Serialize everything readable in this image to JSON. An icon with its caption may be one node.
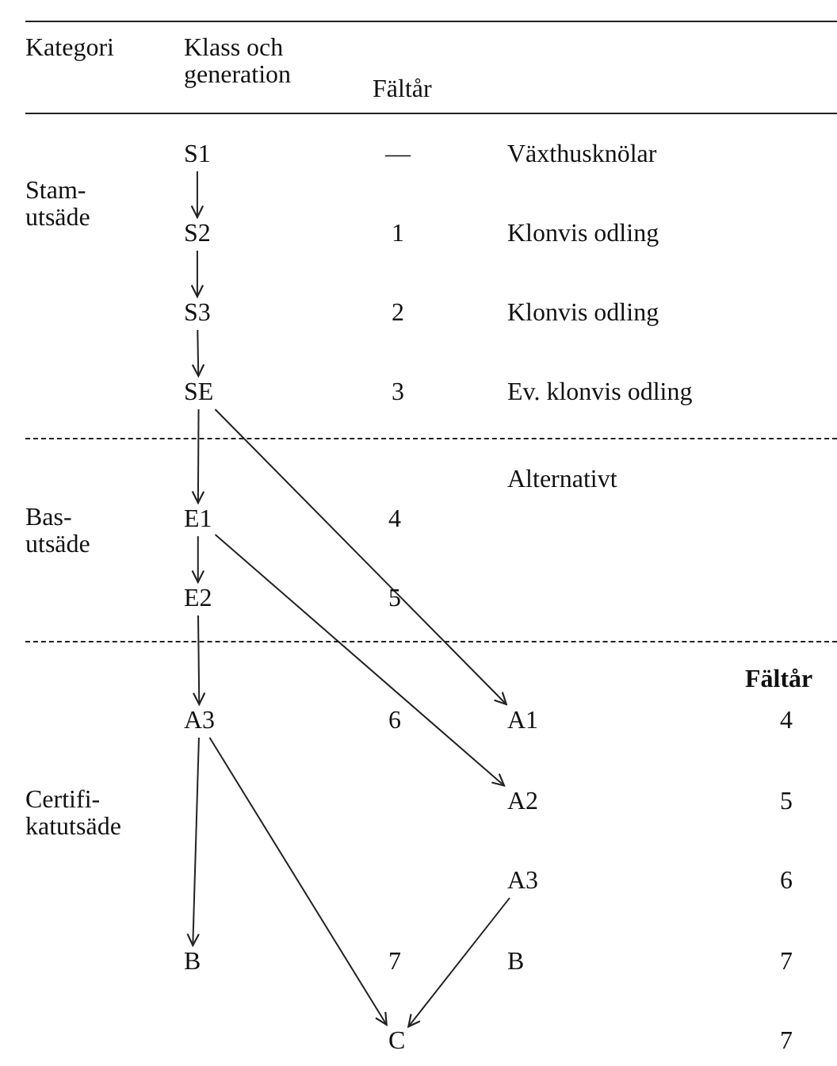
{
  "diagram": {
    "nodes": [
      {
        "text": [
          "S1"
        ]
      },
      {
        "text": [
          "S2"
        ]
      },
      {
        "text": [
          "S3"
        ]
      },
      {
        "text": [
          "SE"
        ]
      },
      {
        "text": [
          "E1"
        ]
      },
      {
        "text": [
          "E2"
        ]
      },
      {
        "text": [
          "A3"
        ]
      },
      {
        "text": [
          "B"
        ]
      },
      {
        "text": [
          "A1"
        ]
      },
      {
        "text": [
          "A2"
        ]
      },
      {
        "text": [
          "A3"
        ]
      },
      {
        "text": [
          "C"
        ]
      }
    ],
    "edges": [
      {
        "from": 0,
        "to": 1,
        "arrow": "to"
      },
      {
        "from": 1,
        "to": 2,
        "arrow": "to"
      },
      {
        "from": 2,
        "to": 3,
        "arrow": "to"
      },
      {
        "from": 3,
        "to": 4,
        "arrow": "to"
      },
      {
        "from": 4,
        "to": 5,
        "arrow": "to"
      },
      {
        "from": 5,
        "to": 6,
        "arrow": "to"
      },
      {
        "from": 3,
        "to": 8,
        "arrow": "to"
      },
      {
        "from": 4,
        "to": 9,
        "arrow": "to"
      },
      {
        "from": 6,
        "to": 7,
        "arrow": "to"
      },
      {
        "from": 6,
        "to": 11,
        "arrow": "to"
      },
      {
        "from": 10,
        "to": 11,
        "arrow": "to"
      }
    ],
    "labels": [
      "Kategori",
      "Klass och generation",
      "Fältår",
      "Stam- utsäde",
      "—",
      "Växthusknölar",
      "1",
      "Klonvis odling",
      "2",
      "Klonvis odling",
      "3",
      "Ev. klonvis odling",
      "Alternativt",
      "Bas- utsäde",
      "4",
      "5",
      "Fältår",
      "6",
      "4",
      "Certifi- katutsäde",
      "5",
      "6",
      "7",
      "B",
      "7",
      "7"
    ]
  }
}
